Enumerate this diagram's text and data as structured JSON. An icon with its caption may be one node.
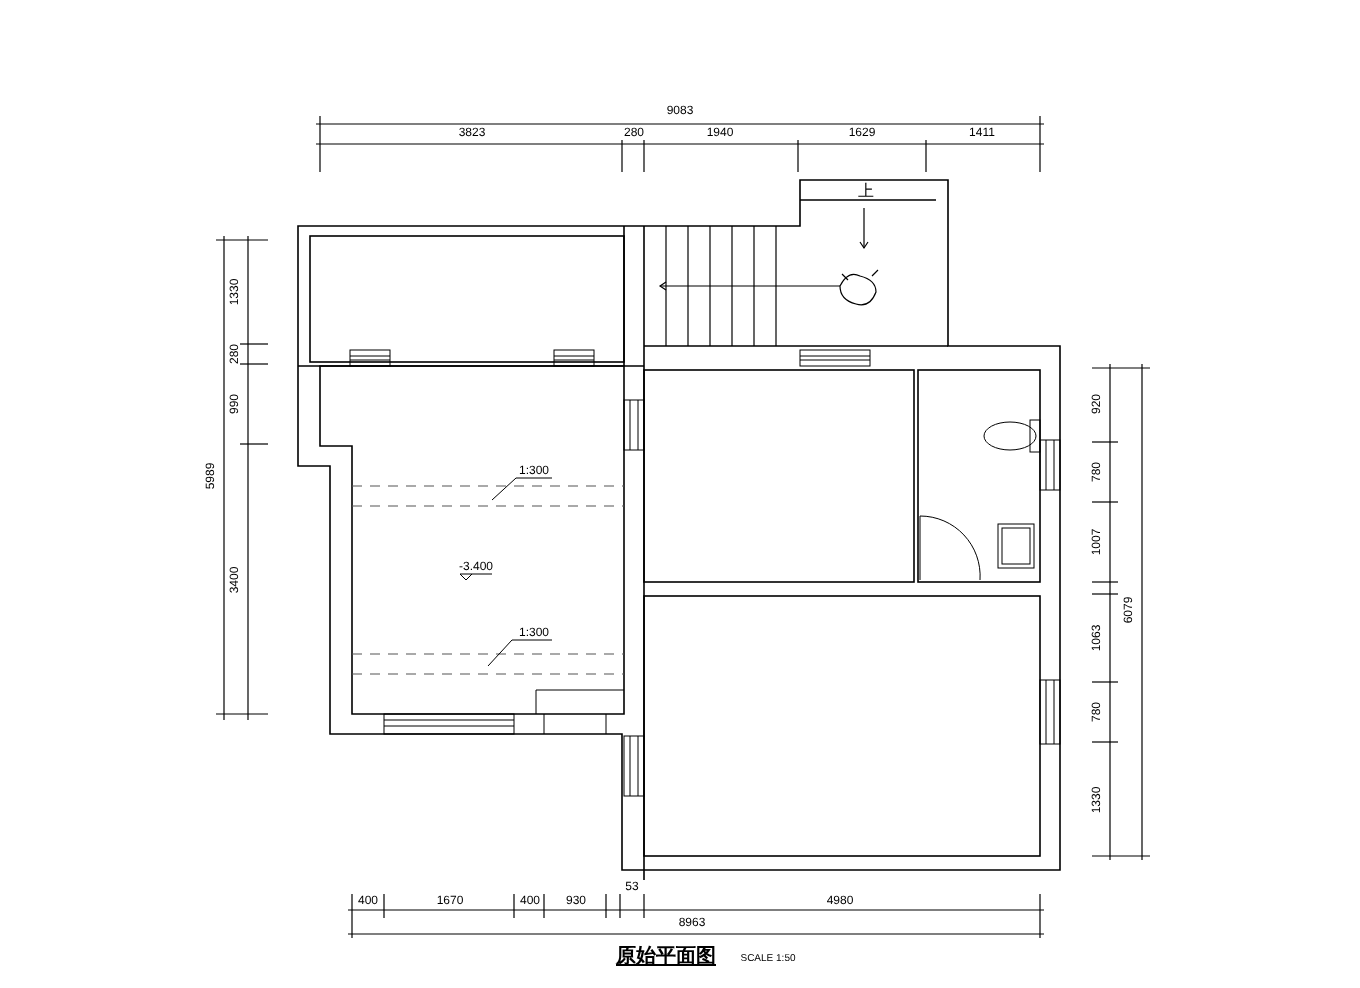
{
  "diagram": {
    "title": "原始平面图",
    "labels": [
      "9083",
      "3823",
      "280",
      "1940",
      "1629",
      "1411",
      "上",
      "1330",
      "280",
      "990",
      "5989",
      "1:300",
      "-3.400",
      "3400",
      "1:300",
      "920",
      "780",
      "1007",
      "6079",
      "1063",
      "780",
      "1330",
      "400",
      "1670",
      "400",
      "930",
      "53",
      "4980",
      "8963",
      "SCALE 1:50"
    ]
  }
}
